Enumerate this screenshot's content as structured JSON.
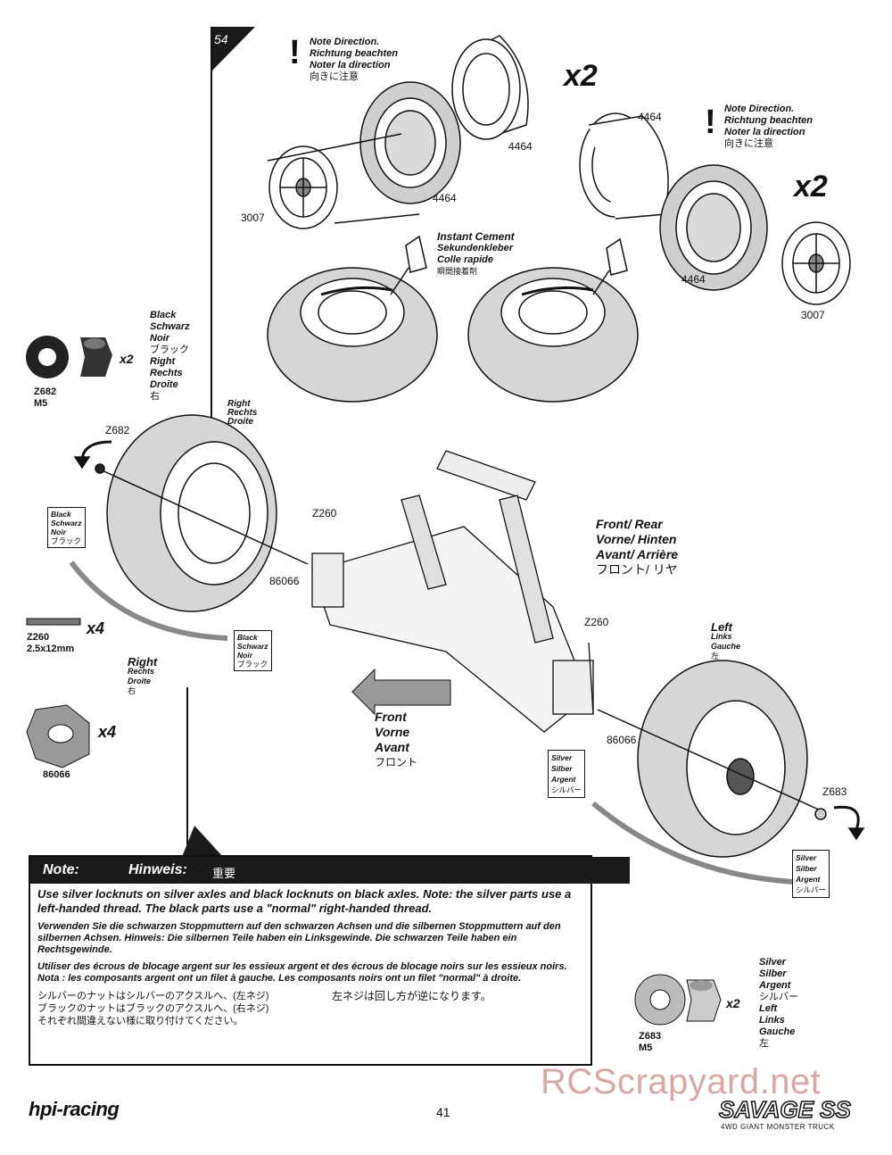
{
  "step": {
    "number": "54"
  },
  "top_left": {
    "note": [
      "Note Direction.",
      "Richtung beachten",
      "Noter la direction",
      "向きに注意"
    ],
    "multiplier": "x2",
    "parts": {
      "a": "4464",
      "b": "4464",
      "c": "3007"
    }
  },
  "top_right": {
    "note": [
      "Note Direction.",
      "Richtung beachten",
      "Noter la direction",
      "向きに注意"
    ],
    "multiplier": "x2",
    "parts": {
      "a": "4464",
      "b": "4464",
      "c": "3007"
    }
  },
  "cement": [
    "Instant Cement",
    "Sekundenkleber",
    "Colle rapide",
    "瞬間接着剤"
  ],
  "nut_black": {
    "code": "Z682",
    "size": "M5",
    "multiplier": "x2",
    "labels": [
      "Black",
      "Schwarz",
      "Noir",
      "ブラック",
      "Right",
      "Rechts",
      "Droite",
      "右"
    ]
  },
  "pin": {
    "code": "Z260",
    "size": "2.5x12mm",
    "multiplier": "x4"
  },
  "hex": {
    "code": "86066",
    "multiplier": "x4"
  },
  "nut_silver": {
    "code": "Z683",
    "size": "M5",
    "multiplier": "x2",
    "labels": [
      "Silver",
      "Silber",
      "Argent",
      "シルバー",
      "Left",
      "Links",
      "Gauche",
      "左"
    ]
  },
  "assembly": {
    "wheel_right": [
      "Right",
      "Rechts",
      "Droite"
    ],
    "z682": "Z682",
    "z260_a": "Z260",
    "z260_b": "Z260",
    "hex_a": "86066",
    "hex_b": "86066",
    "z683": "Z683",
    "box_black_1": [
      "Black",
      "Schwarz",
      "Noir",
      "ブラック"
    ],
    "box_black_2": [
      "Black",
      "Schwarz",
      "Noir",
      "ブラック"
    ],
    "box_silver_1": [
      "Silver",
      "Silber",
      "Argent",
      "シルバー"
    ],
    "box_silver_2": [
      "Silver",
      "Silber",
      "Argent",
      "シルバー"
    ],
    "right_side": [
      "Right",
      "Rechts",
      "Droite",
      "右"
    ],
    "left_side": [
      "Left",
      "Links",
      "Gauche",
      "左"
    ],
    "front_rear": [
      "Front/ Rear",
      "Vorne/ Hinten",
      "Avant/ Arrière",
      "フロント/ リヤ"
    ],
    "front": [
      "Front",
      "Vorne",
      "Avant",
      "フロント"
    ]
  },
  "note": {
    "title": "Note:",
    "title_de": "Hinweis:",
    "title_jp": "重要",
    "en": "Use silver locknuts on silver axles and black locknuts on black axles.  Note:  the silver parts use a left-handed thread.  The black parts use a \"normal\" right-handed thread.",
    "de": "Verwenden Sie die schwarzen Stoppmuttern auf den schwarzen Achsen und die silbernen Stoppmuttern auf den silbernen Achsen. Hinweis: Die silbernen Teile haben ein Linksgewinde. Die schwarzen Teile haben ein Rechtsgewinde.",
    "fr": "Utiliser des écrous de blocage argent sur les essieux argent et des écrous de blocage noirs sur les essieux noirs. Nota : les composants argent ont un filet à gauche. Les composants noirs ont un filet \"normal\" à droite.",
    "jp1": "シルバーのナットはシルバーのアクスルへ、(左ネジ)",
    "jp2": "ブラックのナットはブラックのアクスルへ、(右ネジ)",
    "jp3": "それぞれ間違えない様に取り付けてください。",
    "jp4": "左ネジは回し方が逆になります。"
  },
  "footer": {
    "brand": "hpi-racing",
    "page": "41",
    "product": "SAVAGE SS",
    "product_sub": "4WD GIANT MONSTER TRUCK",
    "watermark": "RCScrapyard.net"
  }
}
